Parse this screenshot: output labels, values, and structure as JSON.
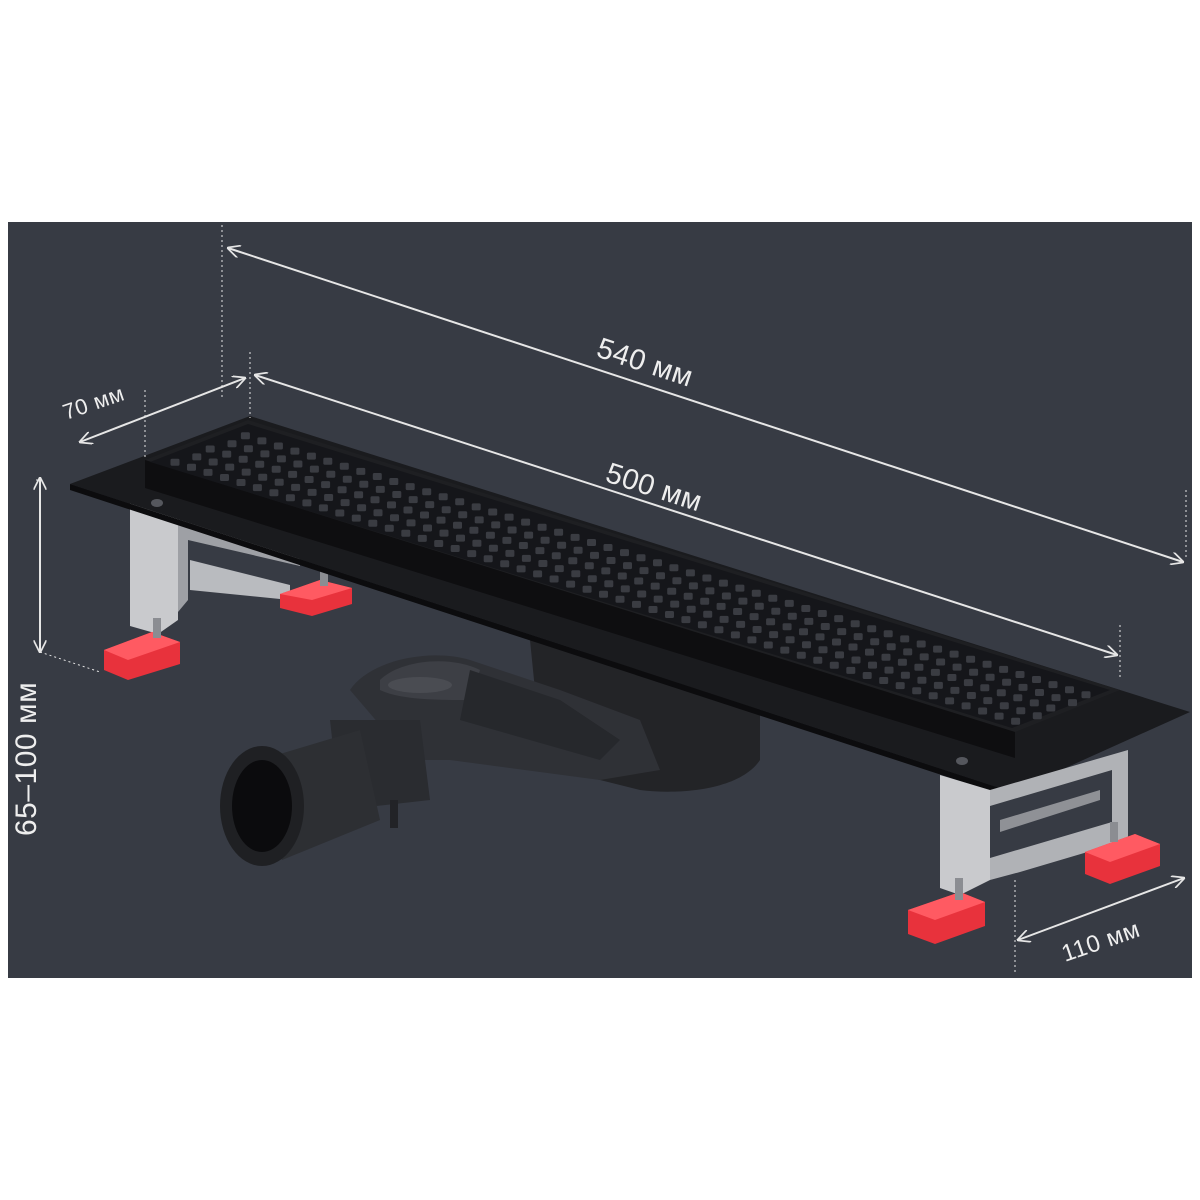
{
  "colors": {
    "background": "#373b44",
    "channel": "#121316",
    "grate_hole": "#3a3c42",
    "bracket": "#c9cacd",
    "foot": "#e8323c",
    "siphon": "#2b2d31",
    "dimension_line": "#e6e6e6"
  },
  "product": {
    "grate_holes": {
      "rows": 5,
      "columns": 52
    }
  },
  "dimensions": {
    "overall_length": "540 мм",
    "grate_length": "500 мм",
    "width": "70 мм",
    "height": "65–100 мм",
    "bracket_width": "110 мм"
  }
}
